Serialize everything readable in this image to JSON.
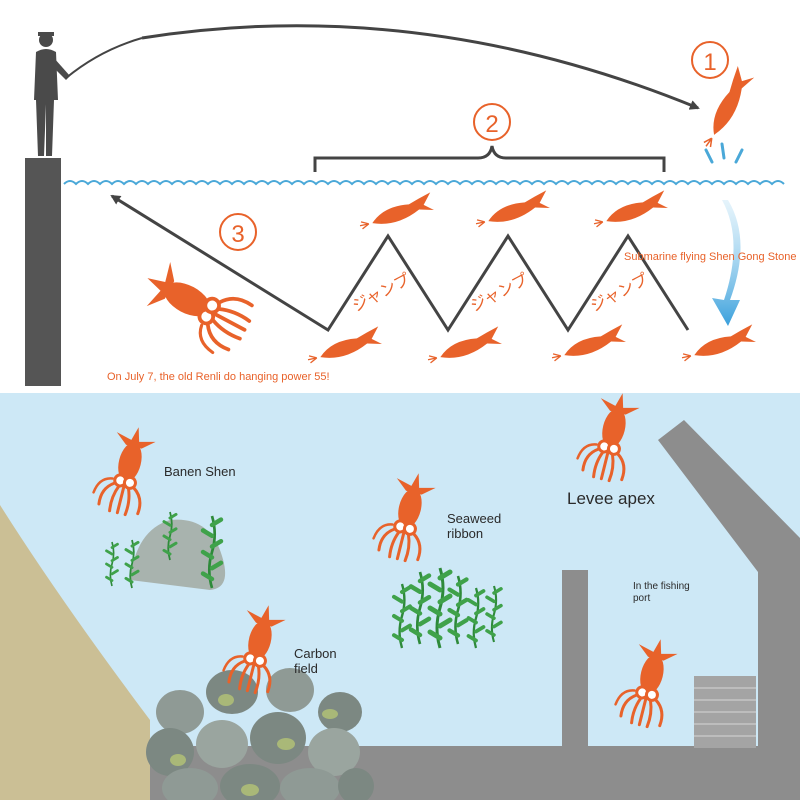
{
  "steps": {
    "step1": "1",
    "step2": "2",
    "step3": "3"
  },
  "jump_label": "ジャンプ",
  "captions": {
    "sink": "Submarine flying Shen Gong Stone",
    "method": "On July 7, the old Renli do hanging power 55!"
  },
  "locations": {
    "banen": "Banen Shen",
    "seaweed": "Seaweed ribbon",
    "levee": "Levee apex",
    "port": "In the fishing port",
    "carbon": "Carbon field"
  },
  "colors": {
    "accent": "#e8622a",
    "water_line": "#4aa8d8",
    "sea": "#cde8f6",
    "structure": "#8d8d8d",
    "arrow": "#444444"
  }
}
